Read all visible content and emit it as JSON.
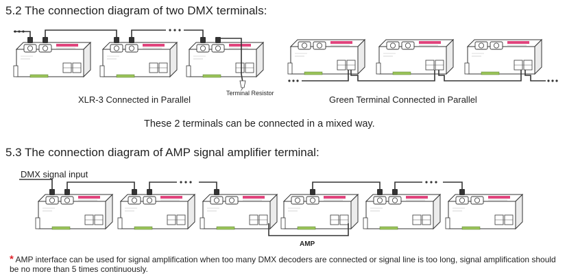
{
  "section1": {
    "heading": "5.2 The connection diagram of two DMX terminals:",
    "left_caption": "XLR-3 Connected in Parallel",
    "resistor_label": "Terminal Resistor",
    "right_caption": "Green Terminal Connected in Parallel",
    "mixed_note": "These 2 terminals can be connected in a mixed way."
  },
  "section2": {
    "heading": "5.3 The connection diagram of AMP signal amplifier terminal:",
    "input_label": "DMX signal input",
    "amp_label": "AMP",
    "note_star": "*",
    "note_text": "AMP interface can be used for signal amplification when too many DMX decoders are connected or signal line is too long, signal amplification should be no more than 5 times continuously."
  },
  "colors": {
    "accent_pink": "#e0447c",
    "terminal_green": "#9bc45a",
    "star_red": "#e0262d"
  }
}
